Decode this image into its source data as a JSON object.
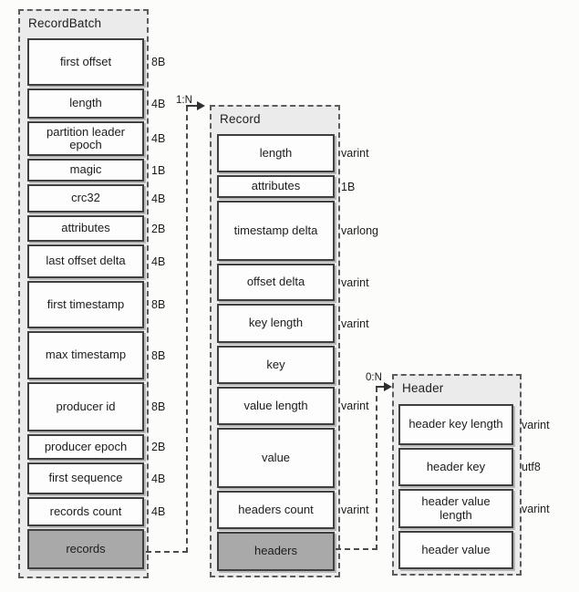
{
  "diagram": {
    "boxes": [
      {
        "id": "recordbatch",
        "title": "RecordBatch",
        "fields": [
          {
            "label": "first offset",
            "size": "8B",
            "shaded": false
          },
          {
            "label": "length",
            "size": "4B",
            "shaded": false
          },
          {
            "label": "partition leader epoch",
            "size": "4B",
            "shaded": false
          },
          {
            "label": "magic",
            "size": "1B",
            "shaded": false
          },
          {
            "label": "crc32",
            "size": "4B",
            "shaded": false
          },
          {
            "label": "attributes",
            "size": "2B",
            "shaded": false
          },
          {
            "label": "last offset delta",
            "size": "4B",
            "shaded": false
          },
          {
            "label": "first timestamp",
            "size": "8B",
            "shaded": false
          },
          {
            "label": "max timestamp",
            "size": "8B",
            "shaded": false
          },
          {
            "label": "producer id",
            "size": "8B",
            "shaded": false
          },
          {
            "label": "producer epoch",
            "size": "2B",
            "shaded": false
          },
          {
            "label": "first sequence",
            "size": "4B",
            "shaded": false
          },
          {
            "label": "records count",
            "size": "4B",
            "shaded": false
          },
          {
            "label": "records",
            "size": "",
            "shaded": true
          }
        ]
      },
      {
        "id": "record",
        "title": "Record",
        "fields": [
          {
            "label": "length",
            "size": "varint",
            "shaded": false
          },
          {
            "label": "attributes",
            "size": "1B",
            "shaded": false
          },
          {
            "label": "timestamp delta",
            "size": "varlong",
            "shaded": false
          },
          {
            "label": "offset delta",
            "size": "varint",
            "shaded": false
          },
          {
            "label": "key length",
            "size": "varint",
            "shaded": false
          },
          {
            "label": "key",
            "size": "",
            "shaded": false
          },
          {
            "label": "value length",
            "size": "varint",
            "shaded": false
          },
          {
            "label": "value",
            "size": "",
            "shaded": false
          },
          {
            "label": "headers count",
            "size": "varint",
            "shaded": false
          },
          {
            "label": "headers",
            "size": "",
            "shaded": true
          }
        ]
      },
      {
        "id": "header",
        "title": "Header",
        "fields": [
          {
            "label": "header key length",
            "size": "varint",
            "shaded": false
          },
          {
            "label": "header key",
            "size": "utf8",
            "shaded": false
          },
          {
            "label": "header value length",
            "size": "varint",
            "shaded": false
          },
          {
            "label": "header value",
            "size": "",
            "shaded": false
          }
        ]
      }
    ],
    "connectors": [
      {
        "label": "1:N",
        "from": "records",
        "to": "Record"
      },
      {
        "label": "0:N",
        "from": "headers",
        "to": "Header"
      }
    ],
    "colors": {
      "box_fill": "#ebebeb",
      "cell_fill": "#fdfdfd",
      "shaded_cell_fill": "#a9a9a9",
      "cell_border": "#3f3f3f",
      "dashed_border": "#5c5c5c",
      "text": "#242424"
    }
  }
}
